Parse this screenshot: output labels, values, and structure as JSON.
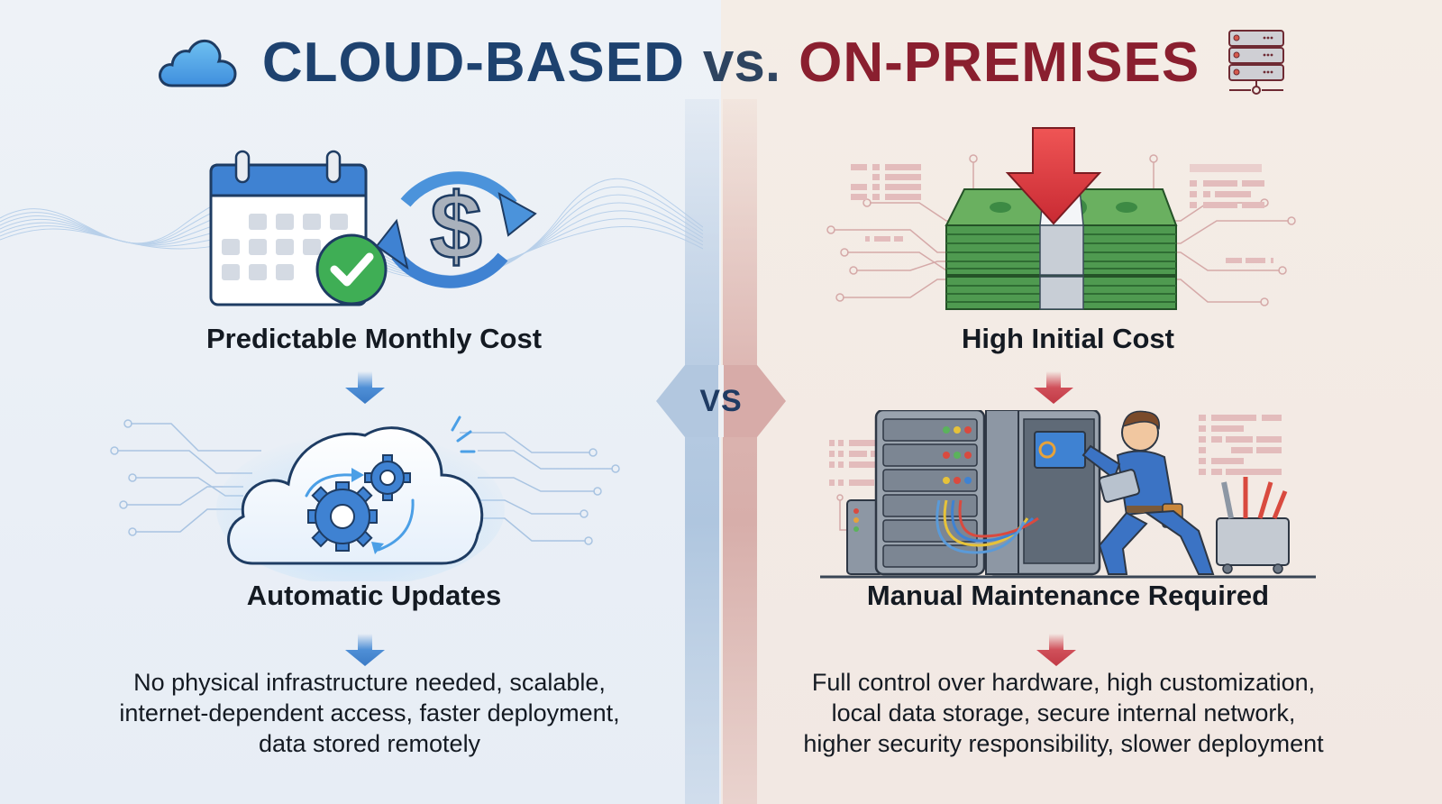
{
  "title": {
    "left": "CLOUD-BASED",
    "middle": "vs.",
    "right": "ON-PREMISES",
    "left_icon": "cloud-icon",
    "right_icon": "server-rack-icon"
  },
  "divider": {
    "label": "VS"
  },
  "colors": {
    "cloud_accent": "#1e426f",
    "onprem_accent": "#8a1f2f",
    "cloud_arrow": "#4f8fd6",
    "onprem_arrow": "#cf4a55"
  },
  "cloud": {
    "steps": [
      {
        "label": "Predictable Monthly Cost",
        "icon": "calendar-dollar-cycle-icon"
      },
      {
        "label": "Automatic Updates",
        "icon": "cloud-gears-icon"
      }
    ],
    "summary": {
      "lines": [
        "No physical infrastructure needed, scalable,",
        "internet-dependent access, faster deployment,",
        "data stored remotely"
      ]
    }
  },
  "onprem": {
    "steps": [
      {
        "label": "High Initial Cost",
        "icon": "money-stack-down-arrow-icon"
      },
      {
        "label": "Manual Maintenance Required",
        "icon": "technician-server-icon"
      }
    ],
    "summary": {
      "lines": [
        "Full control over hardware, high customization,",
        "local data storage, secure internal network,",
        "higher security responsibility, slower deployment"
      ]
    }
  }
}
